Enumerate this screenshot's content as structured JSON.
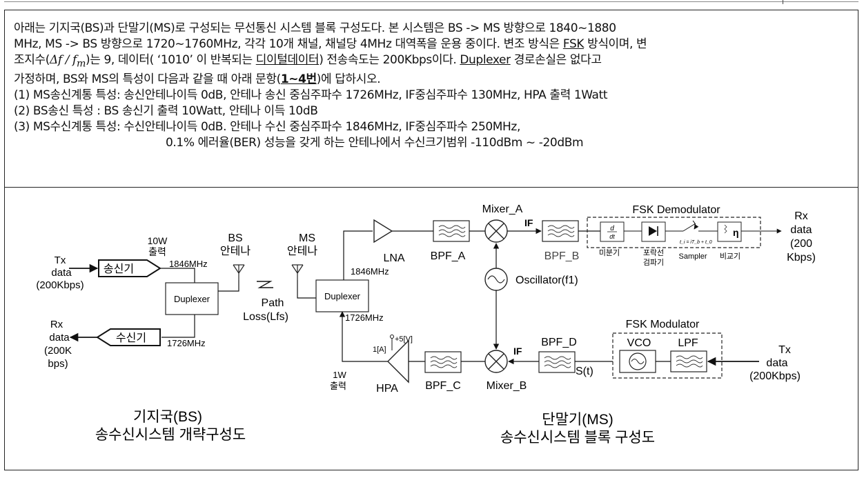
{
  "problem": {
    "p1": {
      "a": "아래는 기지국(BS)과 단말기(MS)로 구성되는 무선통신 시스템 블록 구성도다. 본 시스템은 BS -> MS 방향으로 1840~1880",
      "b": "MHz, MS -> BS 방향으로 1720~1760MHz, 각각 10개 채널, 채널당 4MHz 대역폭을 운용 중이다. 변조 방식은 ",
      "fsk": "FSK",
      "c": " 방식이며, 변",
      "d": "조지수(",
      "formula": "Δf / f",
      "formula_sub": "m",
      "e": ")는 9, 데이터( ‘1010’ 이 반복되는 ",
      "digital": "디이털데이터",
      "f": ") 전송속도는 200Kbps이다. ",
      "duplexer": "Duplexer",
      "g": " 경로손실은 없다고",
      "h": "가정하며, BS와 MS의 특성이 다음과 같을 때 아래 문항(",
      "range": "1~4번",
      "i": ")에 답하시오."
    },
    "items": [
      "(1) MS송신계통 특성: 송신안테나이득 0dB, 안테나 송신 중심주파수 1726MHz, IF중심주파수 130MHz, HPA 출력 1Watt",
      "(2) BS송신 특성 : BS 송신기 출력 10Watt, 안테나 이득 10dB",
      "(3) MS수신계통 특성: 수신안테나이득 0dB. 안테나 수신 중심주파수 1846MHz, IF중심주파수 250MHz,",
      "0.1% 에러율(BER) 성능을 갖게 하는 안테나에서 수신크기범위  -110dBm ~ -20dBm"
    ]
  },
  "diagram": {
    "bs": {
      "tx_data": [
        "Tx",
        "data",
        "(200Kbps)"
      ],
      "tx_power": [
        "10W",
        "출력"
      ],
      "transmitter": "송신기",
      "freq_tx": "1846MHz",
      "duplexer": "Duplexer",
      "receiver": "수신기",
      "freq_rx": "1726MHz",
      "rx_data": [
        "Rx",
        "data",
        "(200K",
        "bps)"
      ],
      "antenna": [
        "BS",
        "안테나"
      ],
      "caption": [
        "기지국(BS)",
        "송수신시스템 개략구성도"
      ]
    },
    "path": [
      "Path",
      "Loss(Lfs)"
    ],
    "ms": {
      "antenna": [
        "MS",
        "안테나"
      ],
      "duplexer": "Duplexer",
      "freq_rx": "1846MHz",
      "freq_tx": "1726MHz",
      "lna": "LNA",
      "bpf_a": "BPF_A",
      "mixer_a": "Mixer_A",
      "if_a": "IF",
      "bpf_b": "BPF_B",
      "oscillator": "Oscillator(f1)",
      "demod_title": "FSK Demodulator",
      "demod_differentiator": "미분기",
      "demod_envelope": [
        "포락선",
        "검파기"
      ],
      "demod_sampler": "Sampler",
      "demod_comparator": "비교기",
      "demod_formula": "t_i = iT_b + t_0",
      "rx_data": [
        "Rx",
        "data",
        "(200",
        "Kbps)"
      ],
      "hpa": "HPA",
      "hpa_power": [
        "1W",
        "출력"
      ],
      "hpa_bias_current": "1[A]",
      "hpa_bias_voltage": "+5[V]",
      "bpf_c": "BPF_C",
      "mixer_b": "Mixer_B",
      "if_b": "IF",
      "bpf_d": "BPF_D",
      "st": "S(t)",
      "mod_title": "FSK Modulator",
      "vco": "VCO",
      "lpf": "LPF",
      "tx_data": [
        "Tx",
        "data",
        "(200Kbps)"
      ],
      "caption": [
        "단말기(MS)",
        "송수신시스템 블록 구성도"
      ]
    }
  }
}
